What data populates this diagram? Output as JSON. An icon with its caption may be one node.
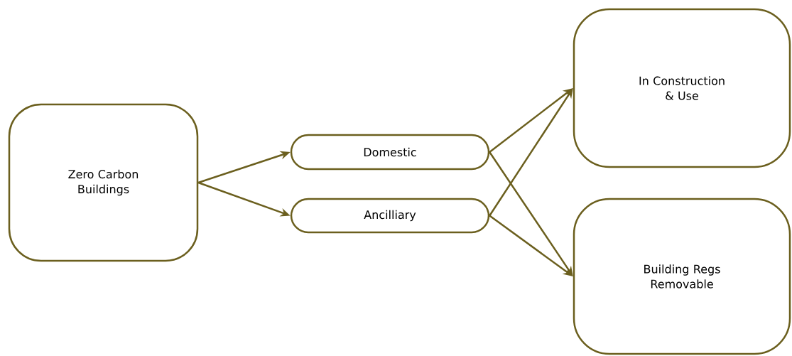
{
  "diagram": {
    "nodes": [
      {
        "text": [
          "Zero Carbon Buildings"
        ]
      },
      {
        "text": [
          "Domestic"
        ]
      },
      {
        "text": [
          "Ancilliary"
        ]
      },
      {
        "text": [
          "In Construction & Use"
        ]
      },
      {
        "text": [
          "Building Regs Removable"
        ]
      }
    ],
    "edges": [
      {
        "from": 0,
        "to": 1,
        "arrow": "to"
      },
      {
        "from": 0,
        "to": 2,
        "arrow": "to"
      },
      {
        "from": 1,
        "to": 3,
        "arrow": "to"
      },
      {
        "from": 1,
        "to": 4,
        "arrow": "to"
      },
      {
        "from": 2,
        "to": 3,
        "arrow": "to"
      },
      {
        "from": 2,
        "to": 4,
        "arrow": "to"
      }
    ]
  }
}
